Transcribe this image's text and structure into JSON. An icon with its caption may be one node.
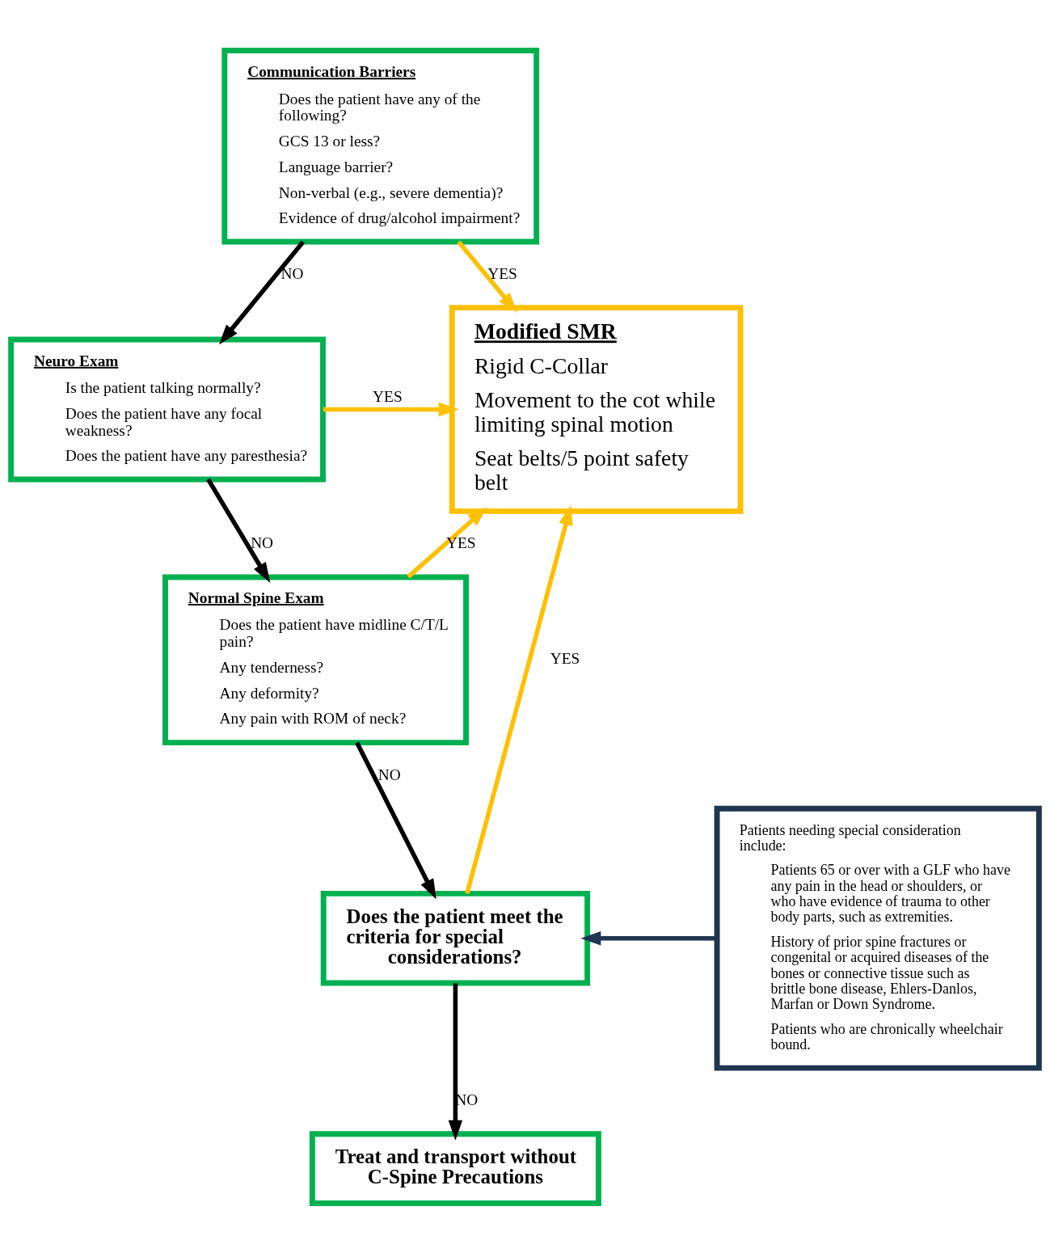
{
  "diagram": {
    "nodes": [
      {
        "text": [
          "Communication Barriers",
          "Does the patient have any of the following?",
          "GCS 13 or less?",
          "Language barrier?",
          "Non-verbal (e.g., severe dementia)?",
          "Evidence of drug/alcohol impairment?"
        ]
      },
      {
        "text": [
          "Neuro Exam",
          "Is the patient talking normally?",
          "Does the patient have any focal weakness?",
          "Does the patient have any paresthesia?"
        ]
      },
      {
        "text": [
          "Normal Spine Exam",
          "Does the patient have midline C/T/L pain?",
          "Any tenderness?",
          "Any deformity?",
          "Any pain with ROM of neck?"
        ]
      },
      {
        "text": [
          "Does the patient meet the criteria for special considerations?"
        ]
      },
      {
        "text": [
          "Treat and transport without C-Spine Precautions"
        ]
      },
      {
        "text": [
          "Modified SMR",
          "Rigid C-Collar",
          "Movement to the cot while limiting spinal motion",
          "Seat belts/5 point safety belt"
        ]
      },
      {
        "text": [
          "Patients needing special consideration include:",
          "Patients 65 or over with a GLF who have any pain in the head or shoulders, or who have evidence of trauma to other body parts, such as extremities.",
          "History of prior spine fractures or congenital or acquired diseases of the bones or connective tissue such as brittle bone disease, Ehlers-Danlos, Marfan or Down Syndrome.",
          "Patients who are chronically wheelchair bound."
        ]
      }
    ],
    "edges": [
      {
        "from": 0,
        "to": 5,
        "arrow": "to",
        "label": "YES",
        "color": "#ffc000"
      },
      {
        "from": 0,
        "to": 1,
        "arrow": "to",
        "label": "NO",
        "color": "#000000"
      },
      {
        "from": 1,
        "to": 5,
        "arrow": "to",
        "label": "YES",
        "color": "#ffc000"
      },
      {
        "from": 1,
        "to": 2,
        "arrow": "to",
        "label": "NO",
        "color": "#000000"
      },
      {
        "from": 2,
        "to": 5,
        "arrow": "to",
        "label": "YES",
        "color": "#ffc000"
      },
      {
        "from": 2,
        "to": 3,
        "arrow": "to",
        "label": "NO",
        "color": "#000000"
      },
      {
        "from": 3,
        "to": 5,
        "arrow": "to",
        "label": "YES",
        "color": "#ffc000"
      },
      {
        "from": 3,
        "to": 4,
        "arrow": "to",
        "label": "NO",
        "color": "#000000"
      },
      {
        "from": 6,
        "to": 3,
        "arrow": "to",
        "color": "#1f3550"
      }
    ]
  }
}
